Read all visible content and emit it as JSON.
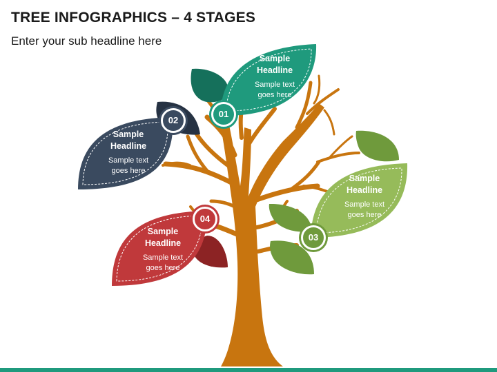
{
  "header": {
    "title": "TREE INFOGRAPHICS – 4 STAGES",
    "subtitle": "Enter your sub headline here"
  },
  "colors": {
    "trunk": "#c8750f",
    "stage1": "#1f9a7d",
    "stage1_dark": "#15705b",
    "stage2": "#3a4a5f",
    "stage2_dark": "#263243",
    "stage3": "#96bb5a",
    "stage3_dark": "#6f9a3c",
    "stage4": "#c0393b",
    "stage4_dark": "#8c2324",
    "accent_bar": "#1f9a7d"
  },
  "stages": [
    {
      "number": "01",
      "headline": "Sample\nHeadline",
      "body": "Sample text\ngoes here"
    },
    {
      "number": "02",
      "headline": "Sample\nHeadline",
      "body": "Sample text\ngoes here"
    },
    {
      "number": "03",
      "headline": "Sample\nHeadline",
      "body": "Sample text\ngoes here"
    },
    {
      "number": "04",
      "headline": "Sample\nHeadline",
      "body": "Sample text\ngoes here"
    }
  ]
}
